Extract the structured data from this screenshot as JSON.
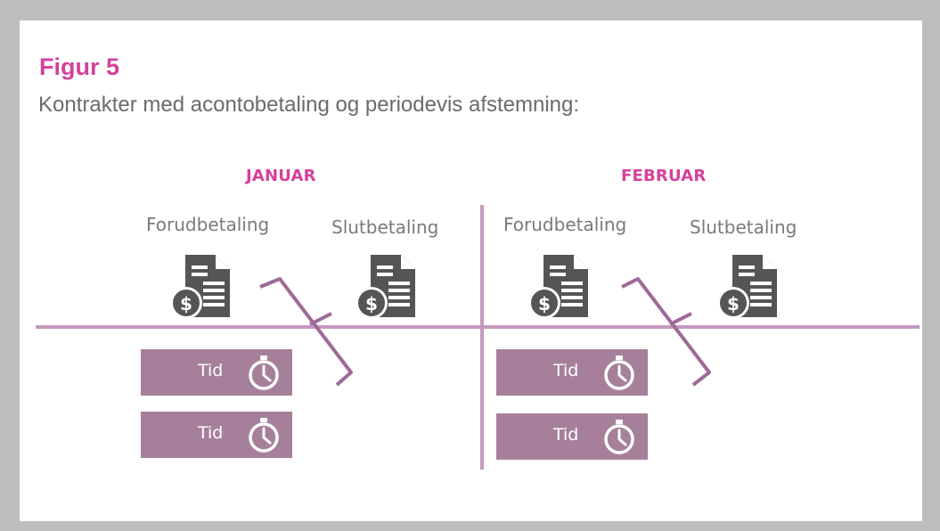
{
  "figure": {
    "title": "Figur 5",
    "subtitle": "Kontrakter med acontobetaling og periodevis afstemning:"
  },
  "periods": [
    {
      "month": "JANUAR",
      "prepayment_label": "Forudbetaling",
      "final_payment_label": "Slutbetaling",
      "time_blocks": [
        "Tid",
        "Tid"
      ]
    },
    {
      "month": "FEBRUAR",
      "prepayment_label": "Forudbetaling",
      "final_payment_label": "Slutbetaling",
      "time_blocks": [
        "Tid",
        "Tid"
      ]
    }
  ],
  "colors": {
    "accent": "#d6409a",
    "line": "#c59ac0",
    "block": "#a6809b",
    "bracket": "#9e6a97",
    "icon": "#555555",
    "text": "#7a7a7a"
  },
  "icons": {
    "payment": "invoice-dollar-icon",
    "time": "stopwatch-icon"
  }
}
